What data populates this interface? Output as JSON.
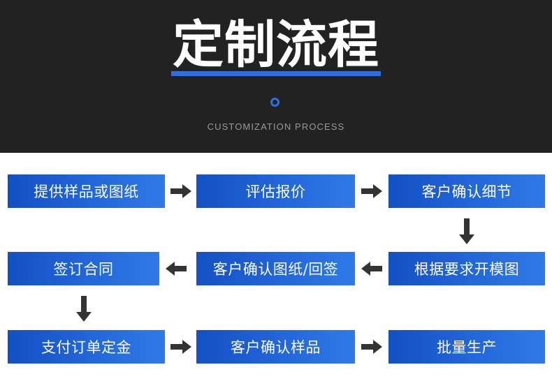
{
  "header": {
    "title": "定制流程",
    "subtitle": "CUSTOMIZATION PROCESS",
    "accent_color": "#2f6fe0",
    "background_color": "#222222",
    "title_color": "#ffffff",
    "subtitle_color": "#9a9a9a",
    "ring_icon": "circle-outline-icon"
  },
  "flow": {
    "box_gradient_from": "#1450c4",
    "box_gradient_to": "#2f7ae8",
    "box_text_color": "#ffffff",
    "arrow_color": "#333333",
    "rows": [
      {
        "direction": "left-to-right",
        "steps": [
          {
            "label": "提供样品或图纸"
          },
          {
            "label": "评估报价"
          },
          {
            "label": "客户确认细节"
          }
        ],
        "connectors": [
          "arrow-right-icon",
          "arrow-right-icon"
        ]
      },
      {
        "direction": "right-to-left",
        "steps": [
          {
            "label": "签订合同"
          },
          {
            "label": "客户确认图纸/回签"
          },
          {
            "label": "根据要求开模图"
          }
        ],
        "connectors": [
          "arrow-left-icon",
          "arrow-left-icon"
        ]
      },
      {
        "direction": "left-to-right",
        "steps": [
          {
            "label": "支付订单定金"
          },
          {
            "label": "客户确认样品"
          },
          {
            "label": "批量生产"
          }
        ],
        "connectors": [
          "arrow-right-icon",
          "arrow-right-icon"
        ]
      }
    ],
    "row_connectors": [
      {
        "icon": "arrow-down-icon",
        "position": "right"
      },
      {
        "icon": "arrow-down-icon",
        "position": "left"
      }
    ]
  }
}
